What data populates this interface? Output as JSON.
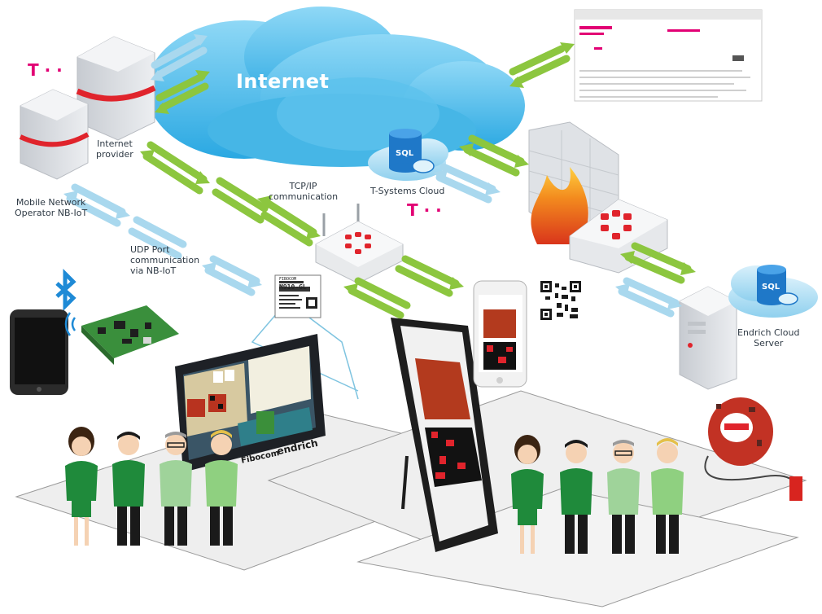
{
  "labels": {
    "cloud_title": "Internet",
    "internet_provider": [
      "Internet",
      "provider"
    ],
    "mno": [
      "Mobile Network",
      "Operator NB-IoT"
    ],
    "tcp_ip": [
      "TCP/IP",
      "communication"
    ],
    "tsystems": "T-Systems Cloud",
    "udp": [
      "UDP Port",
      "communication",
      "via NB-IoT"
    ],
    "endrich_cloud": [
      "Endrich Cloud",
      "Server"
    ]
  },
  "logos": {
    "telekom": "T · ·",
    "sql": "SQL",
    "module_name": "M910-GL",
    "module_brand": "FIBOCOM",
    "screen_brand_1": "Fibocom",
    "screen_brand_2": "endrich"
  },
  "colors": {
    "cloud": "#2fb0e8",
    "arrow_green": "#8cc63f",
    "arrow_blue": "#a9d8ee",
    "telekom": "#e20074",
    "fire": "#f36b1c",
    "staff_green": "#1f8a3b",
    "router_red": "#e0242c"
  },
  "icons": [
    "bluetooth-icon",
    "qr-code-icon",
    "sql-database-icon",
    "firewall-icon",
    "router-icon",
    "server-icon",
    "smartphone-icon",
    "monitor-icon",
    "display-stand-icon"
  ]
}
